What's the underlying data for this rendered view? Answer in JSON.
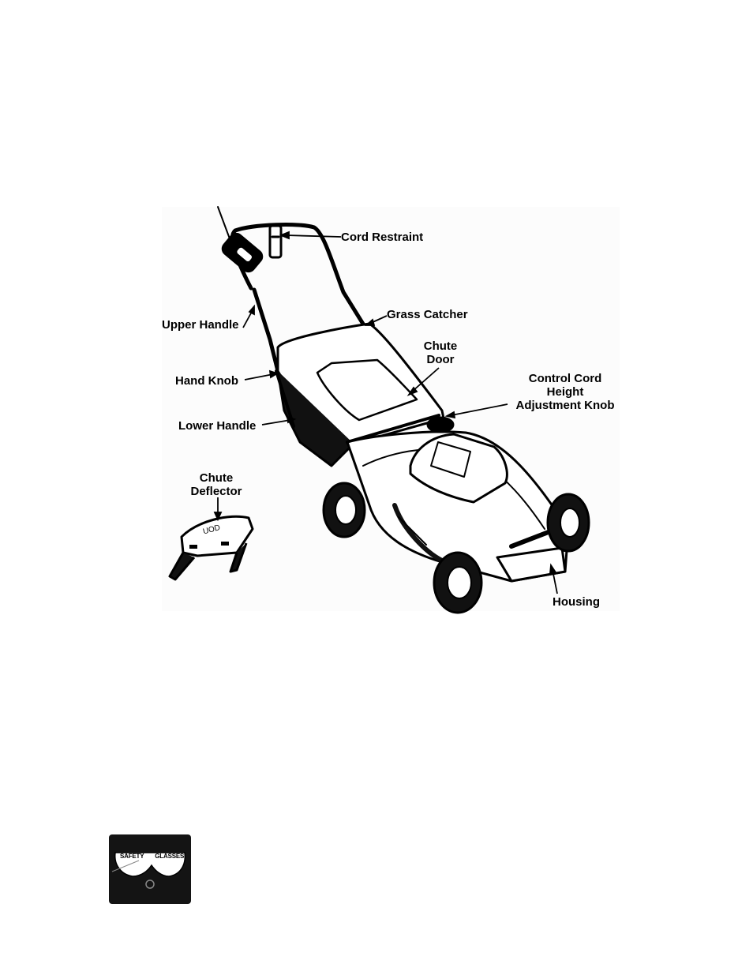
{
  "labels": {
    "cord_restraint": "Cord Restraint",
    "grass_catcher": "Grass Catcher",
    "upper_handle": "Upper Handle",
    "chute_door_1": "Chute",
    "chute_door_2": "Door",
    "control_cord_1": "Control Cord",
    "height_adj_1": "Height",
    "height_adj_2": "Adjustment Knob",
    "hand_knob": "Hand Knob",
    "lower_handle": "Lower Handle",
    "chute_deflector_1": "Chute",
    "chute_deflector_2": "Deflector",
    "housing": "Housing"
  },
  "badge": {
    "text_left": "SAFETY",
    "text_right": "GLASSES"
  }
}
